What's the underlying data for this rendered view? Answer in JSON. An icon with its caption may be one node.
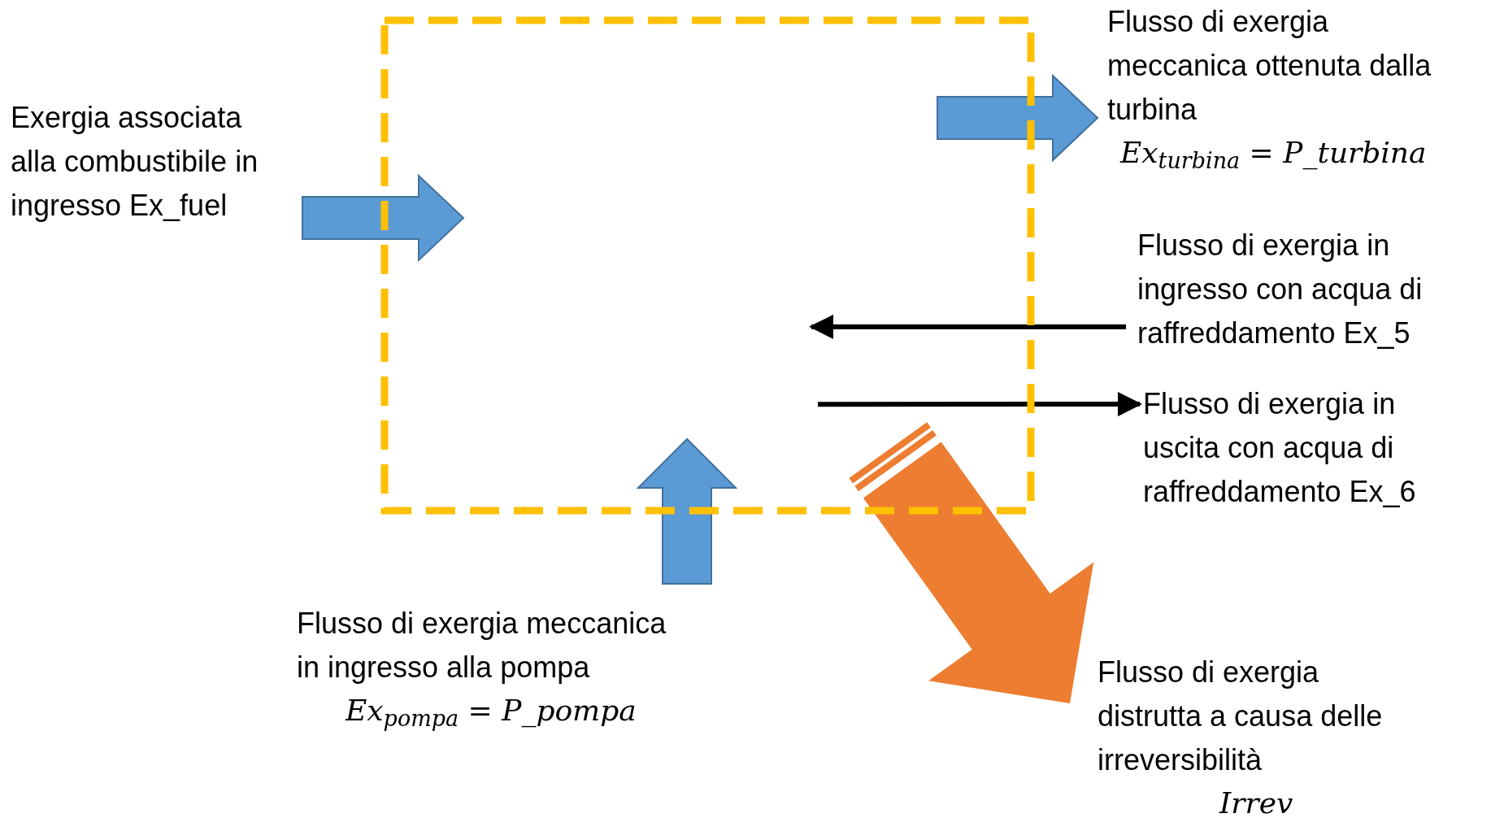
{
  "diagram": {
    "nodes": [
      {
        "text": [],
        "shape": "box"
      },
      {
        "text": [
          "Exergia associata alla combustibile in ingresso Ex_fuel"
        ]
      },
      {
        "text": [
          "Flusso di exergia meccanica ottenuta dalla turbina",
          "Ex$_{turbina}$ = P_turbina"
        ]
      },
      {
        "text": [
          "Flusso di exergia in ingresso con acqua di raffreddamento Ex_5"
        ]
      },
      {
        "text": [
          "Flusso di exergia in uscita con acqua di raffreddamento Ex_6"
        ]
      },
      {
        "text": [
          "Flusso di exergia meccanica in ingresso alla pompa",
          "Ex$_{pompa}$ = P_pompa"
        ]
      },
      {
        "text": [
          "Flusso di exergia distrutta a causa delle irreversibilità",
          "Irrev"
        ]
      }
    ],
    "edges": [
      {
        "from": 1,
        "to": 0,
        "arrow": "to",
        "style": "thick"
      },
      {
        "from": 0,
        "to": 2,
        "arrow": "to",
        "style": "thick"
      },
      {
        "from": 3,
        "to": 0,
        "arrow": "to",
        "color": "#000000"
      },
      {
        "from": 0,
        "to": 4,
        "arrow": "to",
        "color": "#000000"
      },
      {
        "from": 5,
        "to": 0,
        "arrow": "to",
        "style": "thick"
      },
      {
        "from": 0,
        "to": 6,
        "arrow": "to",
        "style": "thick",
        "color": "#ed7d31"
      }
    ]
  }
}
